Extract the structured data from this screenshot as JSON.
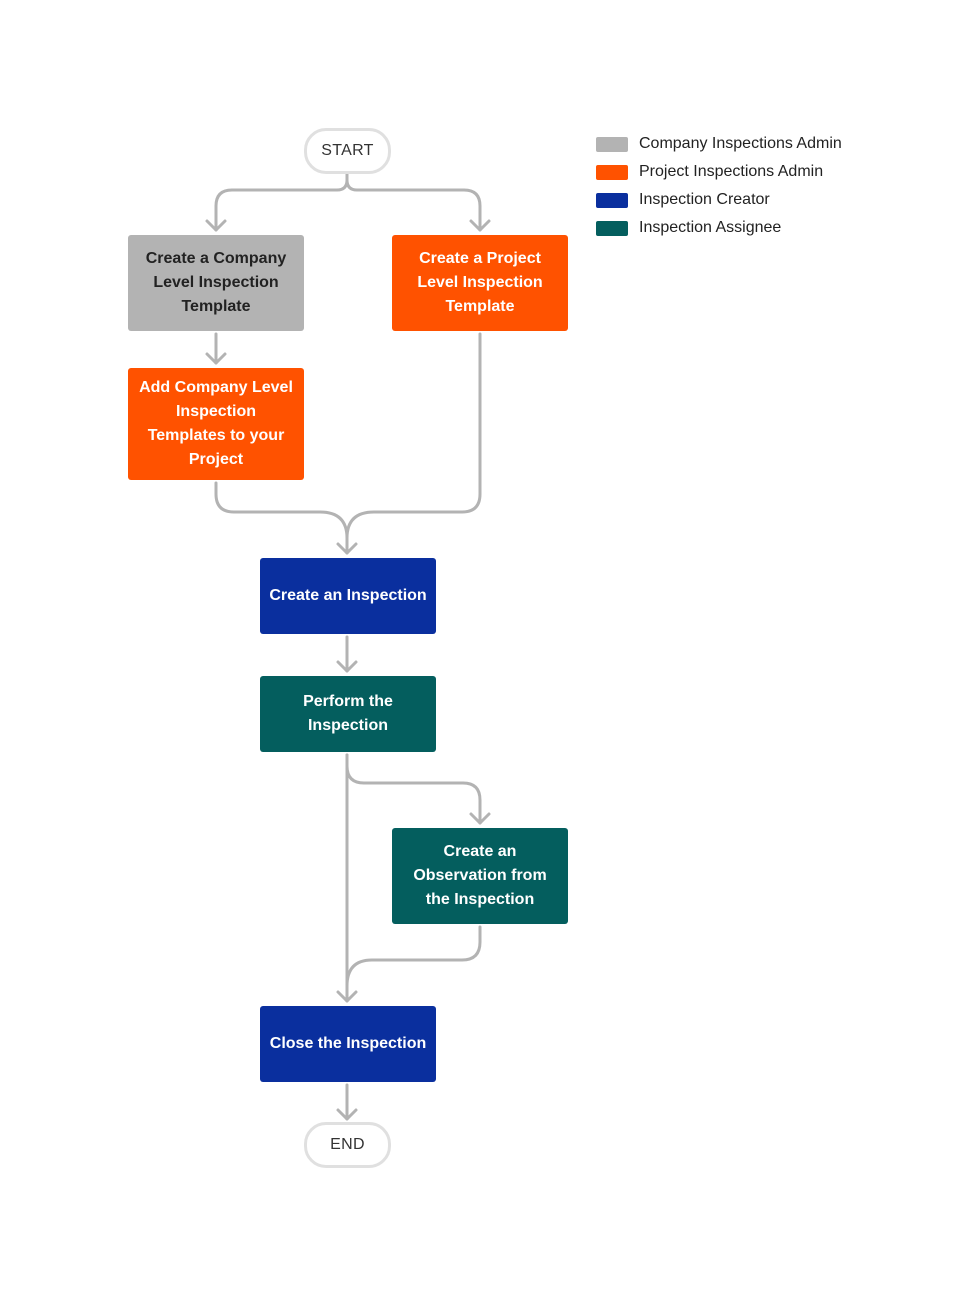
{
  "legend": [
    {
      "label": "Company Inspections Admin",
      "color": "#b3b3b3"
    },
    {
      "label": "Project Inspections Admin",
      "color": "#ff5200"
    },
    {
      "label": "Inspection Creator",
      "color": "#0a2f9e"
    },
    {
      "label": "Inspection Assignee",
      "color": "#045e5e"
    }
  ],
  "flow": {
    "start": "START",
    "end": "END",
    "create_company_template": "Create a Company\nLevel Inspection\nTemplate",
    "create_project_template": "Create a Project\nLevel Inspection\nTemplate",
    "add_company_templates": "Add Company Level\nInspection\nTemplates to your\nProject",
    "create_inspection": "Create an Inspection",
    "perform_inspection": "Perform the\nInspection",
    "create_observation": "Create an\nObservation from\nthe Inspection",
    "close_inspection": "Close the Inspection"
  },
  "colors": {
    "company_admin": "#b3b3b3",
    "company_admin_text": "#222222",
    "project_admin": "#ff5200",
    "creator": "#0a2f9e",
    "assignee": "#045e5e",
    "connector": "#b3b3b3"
  }
}
